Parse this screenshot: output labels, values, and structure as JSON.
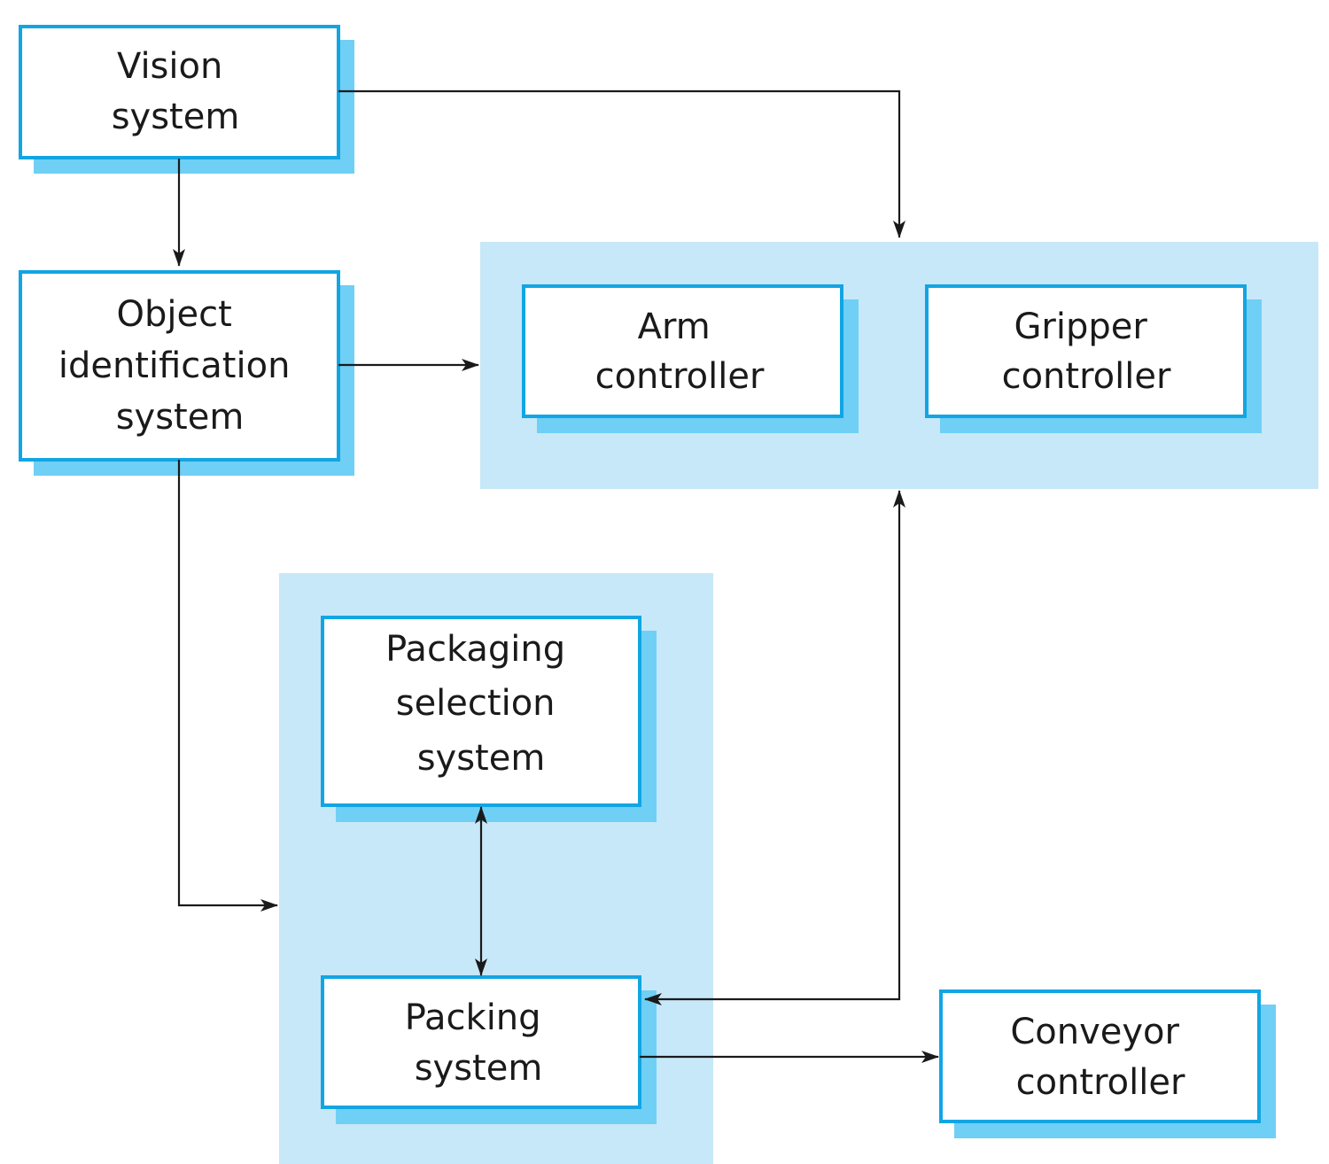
{
  "diagram": {
    "type": "architecture-block-diagram",
    "colors": {
      "group_background": "#c7e8f8",
      "box_border": "#12a5e3",
      "box_shadow": "#6fcff5",
      "box_fill": "#ffffff",
      "arrow": "#1a1a1a",
      "text": "#1a1a1a"
    },
    "boxes": {
      "vision": [
        "Vision",
        "system"
      ],
      "object_id": [
        "Object",
        "identification",
        "system"
      ],
      "arm": [
        "Arm",
        "controller"
      ],
      "gripper": [
        "Gripper",
        "controller"
      ],
      "packaging_selection": [
        "Packaging",
        "selection",
        "system"
      ],
      "packing": [
        "Packing",
        "system"
      ],
      "conveyor": [
        "Conveyor",
        "controller"
      ]
    },
    "groups": [
      {
        "id": "controllers",
        "members": [
          "arm",
          "gripper"
        ]
      },
      {
        "id": "packaging",
        "members": [
          "packaging_selection",
          "packing"
        ]
      }
    ],
    "connections": [
      {
        "from": "vision",
        "to": "controllers",
        "direction": "one-way"
      },
      {
        "from": "vision",
        "to": "object_id",
        "direction": "one-way"
      },
      {
        "from": "object_id",
        "to": "controllers",
        "direction": "one-way"
      },
      {
        "from": "object_id",
        "to": "packaging",
        "direction": "one-way"
      },
      {
        "from": "packaging_selection",
        "to": "packing",
        "direction": "two-way"
      },
      {
        "from": "packing",
        "to": "controllers",
        "direction": "two-way"
      },
      {
        "from": "packing",
        "to": "conveyor",
        "direction": "one-way"
      }
    ]
  }
}
